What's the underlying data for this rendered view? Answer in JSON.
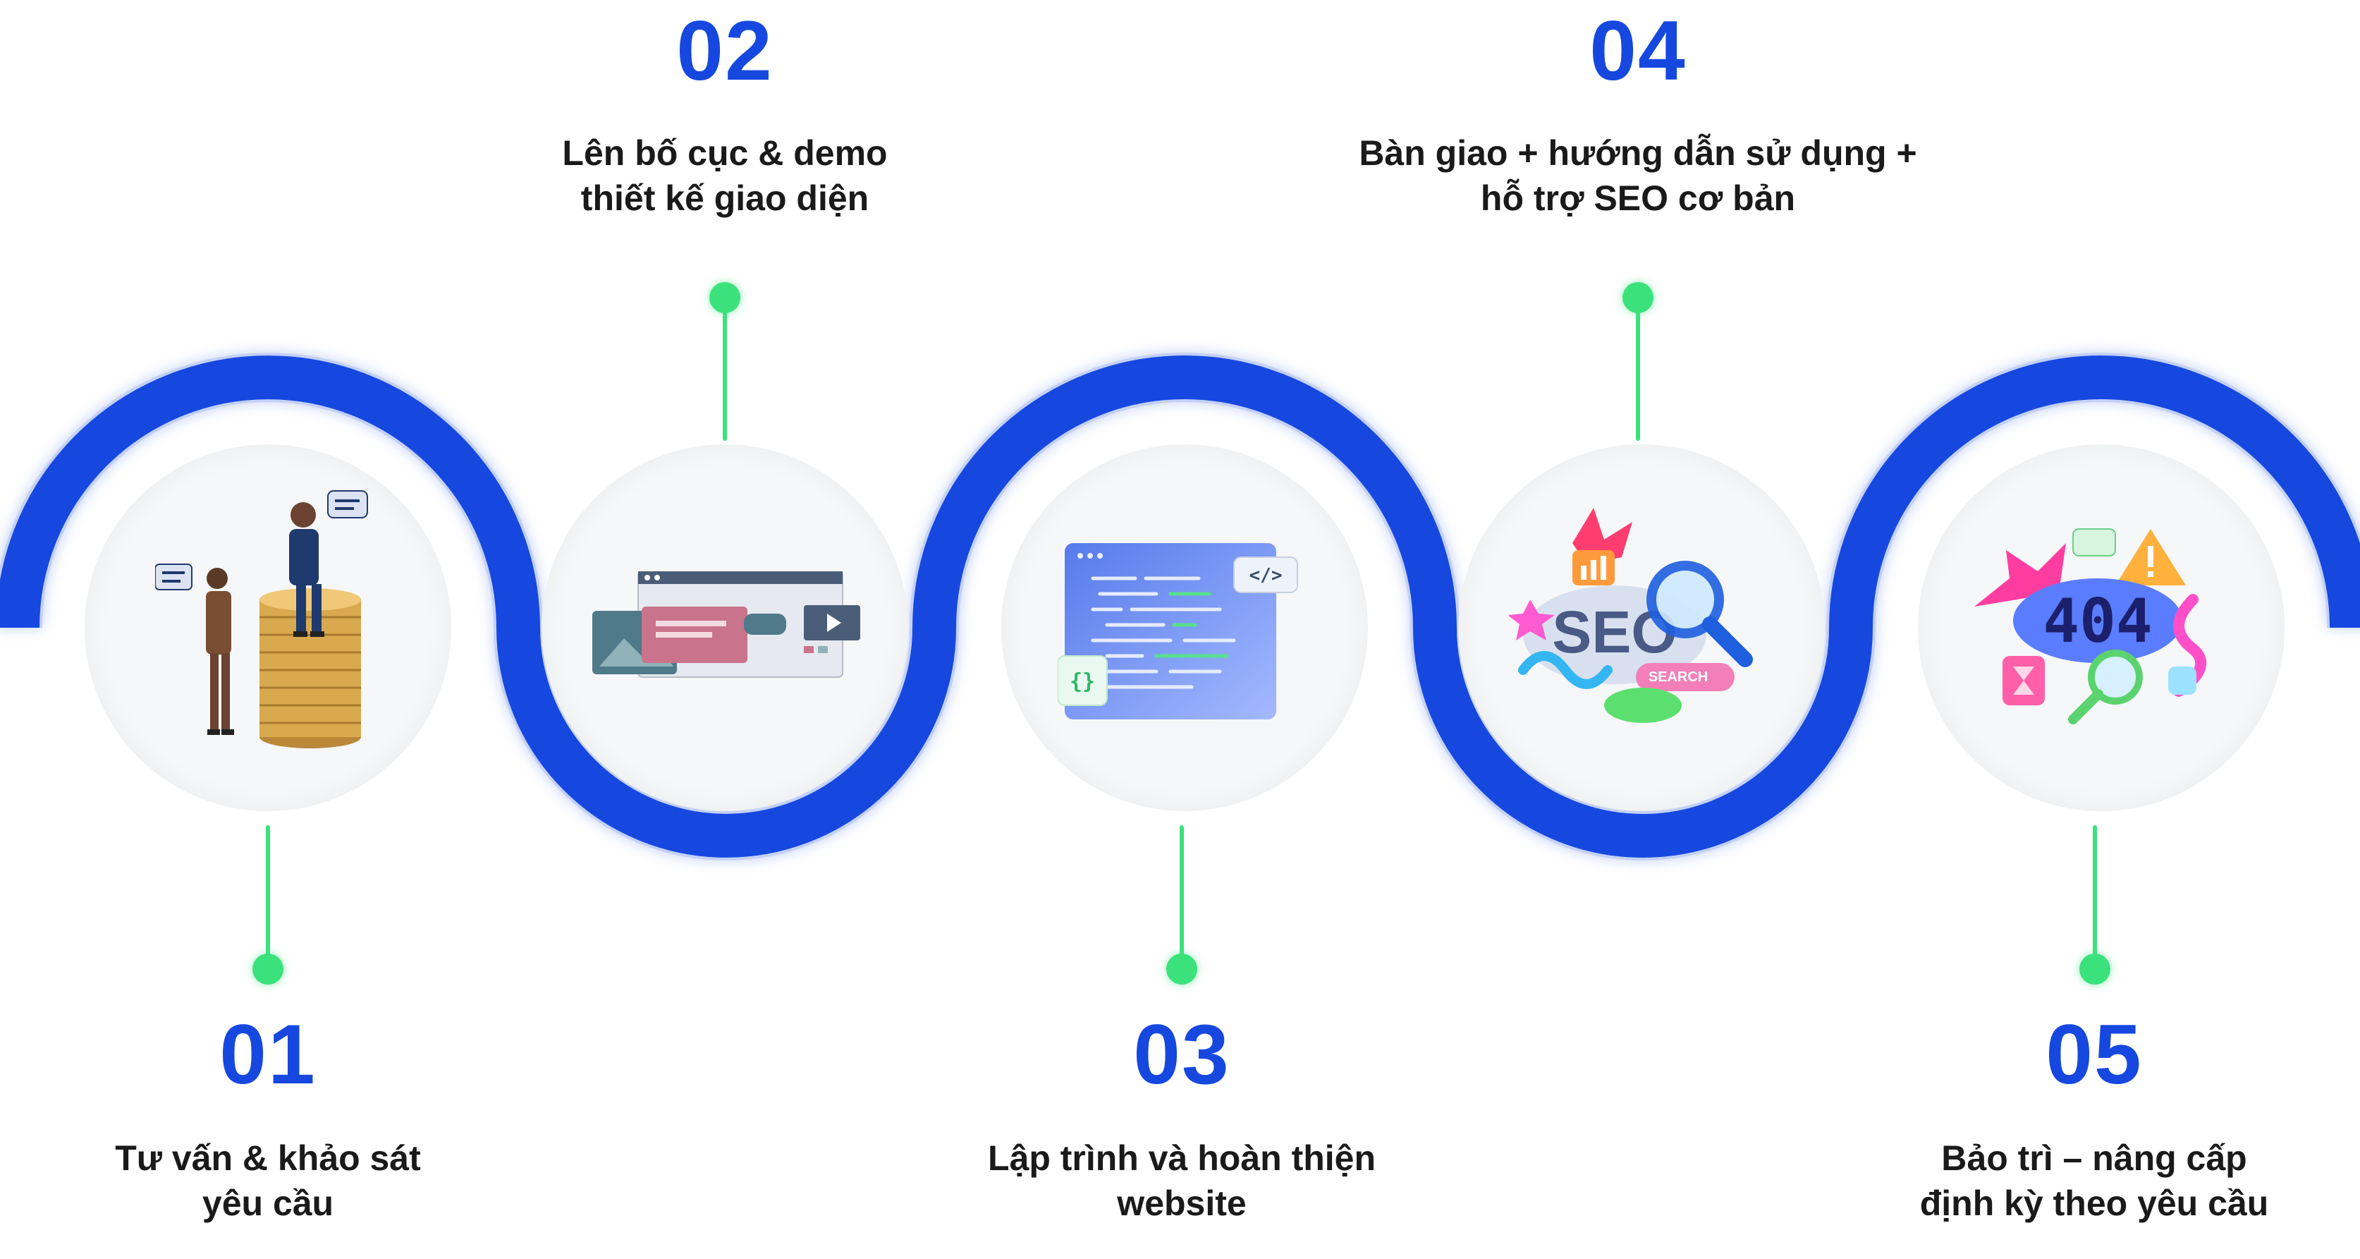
{
  "steps": [
    {
      "number": "01",
      "line1": "Tư vấn & khảo sát",
      "line2": "yêu cầu"
    },
    {
      "number": "02",
      "line1": "Lên bố cục & demo",
      "line2": "thiết kế giao diện"
    },
    {
      "number": "03",
      "line1": "Lập trình và hoàn thiện",
      "line2": "website"
    },
    {
      "number": "04",
      "line1": "Bàn giao + hướng dẫn sử dụng +",
      "line2": "hỗ trợ SEO cơ bản"
    },
    {
      "number": "05",
      "line1": "Bảo trì – nâng cấp",
      "line2": "định kỳ theo yêu cầu"
    }
  ],
  "illustrations": {
    "step1": "business-people-coins",
    "step2": "web-layout-windows",
    "step3": "code-editor-window",
    "step3_code_tag": "</>",
    "step3_braces": "{}",
    "step4": "seo-magnifier",
    "step4_text": "SEO",
    "step4_search": "SEARCH",
    "step5": "404-error-maintenance",
    "step5_text": "404"
  },
  "colors": {
    "wave": "#1648e0",
    "accent_green": "#3be27c",
    "number": "#1648e0",
    "text": "#1a1a1a"
  }
}
